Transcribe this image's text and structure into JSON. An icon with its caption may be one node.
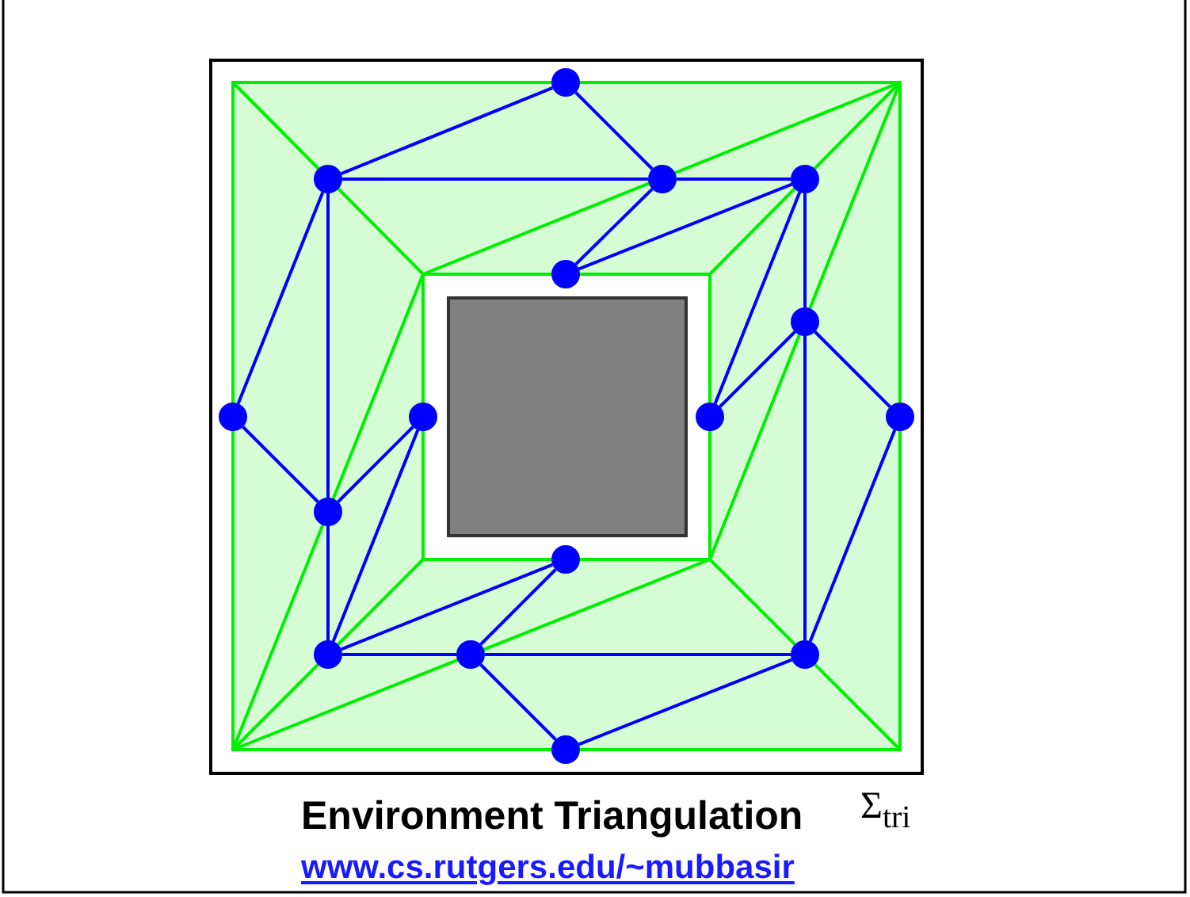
{
  "diagram": {
    "caption": "Environment Triangulation",
    "nodes": [
      {
        "text": [],
        "shape": "circle"
      },
      {
        "text": [],
        "shape": "circle"
      },
      {
        "text": [],
        "shape": "circle"
      },
      {
        "text": [],
        "shape": "circle"
      },
      {
        "text": [],
        "shape": "circle"
      },
      {
        "text": [],
        "shape": "circle"
      },
      {
        "text": [],
        "shape": "circle"
      },
      {
        "text": [],
        "shape": "circle"
      },
      {
        "text": [],
        "shape": "circle"
      },
      {
        "text": [],
        "shape": "circle"
      },
      {
        "text": [],
        "shape": "circle"
      },
      {
        "text": [],
        "shape": "circle"
      },
      {
        "text": [],
        "shape": "circle"
      },
      {
        "text": [],
        "shape": "circle"
      },
      {
        "text": [],
        "shape": "circle"
      },
      {
        "text": [],
        "shape": "circle"
      }
    ],
    "edges": [
      {
        "from": 1,
        "to": 0,
        "arrow": "none"
      },
      {
        "from": 0,
        "to": 2,
        "arrow": "none"
      },
      {
        "from": 1,
        "to": 2,
        "arrow": "none"
      },
      {
        "from": 2,
        "to": 3,
        "arrow": "none"
      },
      {
        "from": 1,
        "to": 6,
        "arrow": "none"
      },
      {
        "from": 1,
        "to": 10,
        "arrow": "none"
      },
      {
        "from": 2,
        "to": 4,
        "arrow": "none"
      },
      {
        "from": 4,
        "to": 3,
        "arrow": "none"
      },
      {
        "from": 3,
        "to": 8,
        "arrow": "none"
      },
      {
        "from": 3,
        "to": 5,
        "arrow": "none"
      },
      {
        "from": 5,
        "to": 8,
        "arrow": "none"
      },
      {
        "from": 5,
        "to": 9,
        "arrow": "none"
      },
      {
        "from": 5,
        "to": 14,
        "arrow": "none"
      },
      {
        "from": 6,
        "to": 10,
        "arrow": "none"
      },
      {
        "from": 10,
        "to": 7,
        "arrow": "none"
      },
      {
        "from": 7,
        "to": 12,
        "arrow": "none"
      },
      {
        "from": 10,
        "to": 12,
        "arrow": "none"
      },
      {
        "from": 12,
        "to": 11,
        "arrow": "none"
      },
      {
        "from": 12,
        "to": 13,
        "arrow": "none"
      },
      {
        "from": 13,
        "to": 11,
        "arrow": "none"
      },
      {
        "from": 13,
        "to": 14,
        "arrow": "none"
      },
      {
        "from": 13,
        "to": 15,
        "arrow": "none"
      },
      {
        "from": 15,
        "to": 14,
        "arrow": "none"
      },
      {
        "from": 14,
        "to": 9,
        "arrow": "none"
      }
    ],
    "labels": [
      "Σ$_{tri}$",
      "www.cs.rutgers.edu/~mubbasir"
    ]
  }
}
